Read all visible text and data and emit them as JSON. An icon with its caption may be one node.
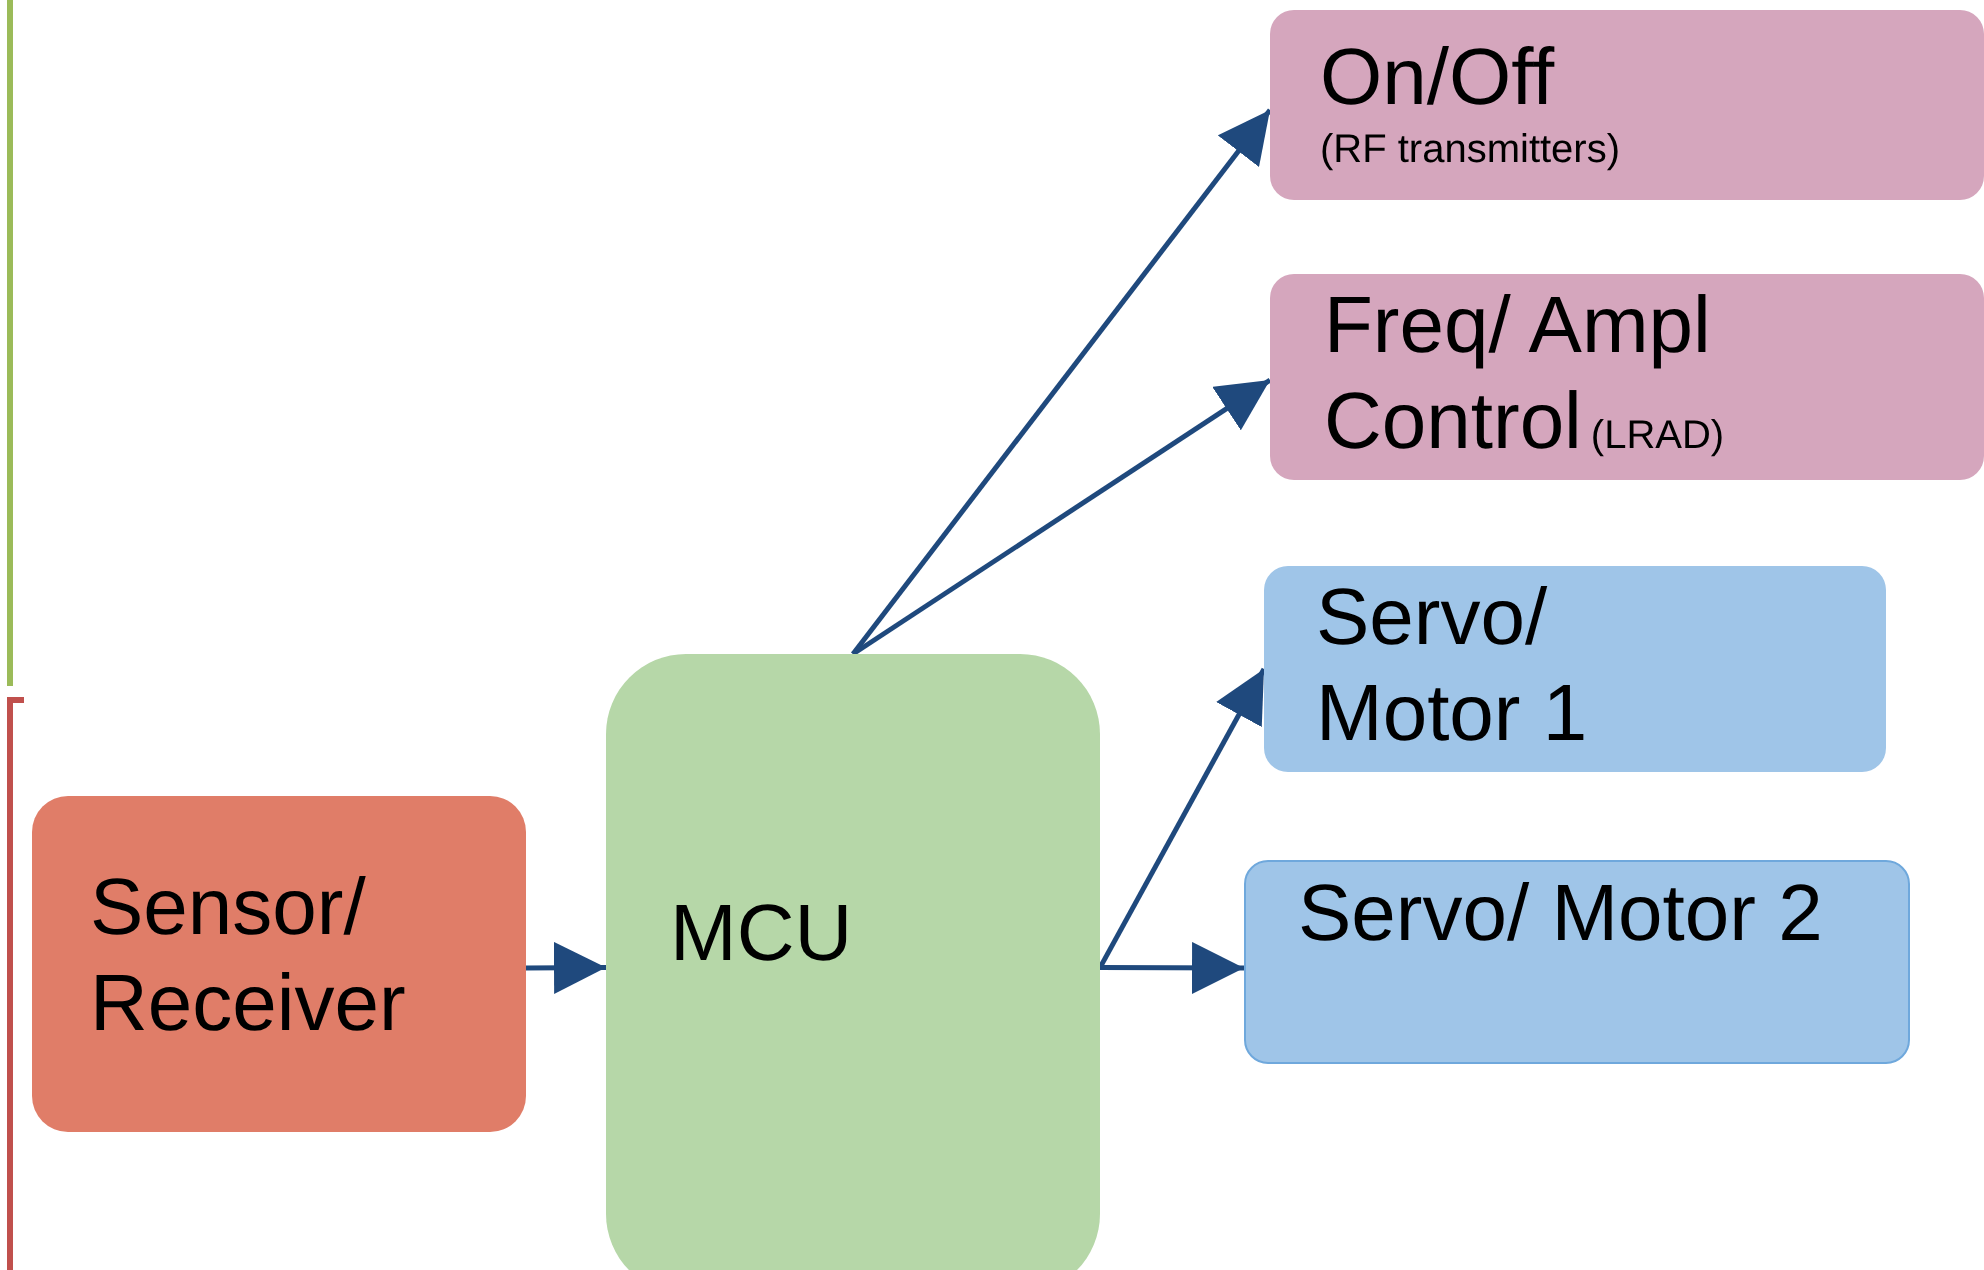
{
  "diagram": {
    "nodes": [
      {
        "text": [
          "Sensor/ Receiver"
        ]
      },
      {
        "text": [
          "MCU"
        ]
      },
      {
        "text": [
          "On/Off",
          "(RF transmitters)"
        ]
      },
      {
        "text": [
          "Freq/ Ampl Control",
          "(LRAD)"
        ]
      },
      {
        "text": [
          "Servo/ Motor 1"
        ]
      },
      {
        "text": [
          "Servo/ Motor 2"
        ]
      }
    ],
    "edges": [
      {
        "from": 0,
        "to": 1,
        "arrow": "to"
      },
      {
        "from": 1,
        "to": 2,
        "arrow": "to"
      },
      {
        "from": 1,
        "to": 3,
        "arrow": "to"
      },
      {
        "from": 1,
        "to": 4,
        "arrow": "to"
      },
      {
        "from": 1,
        "to": 5,
        "arrow": "to"
      }
    ]
  }
}
